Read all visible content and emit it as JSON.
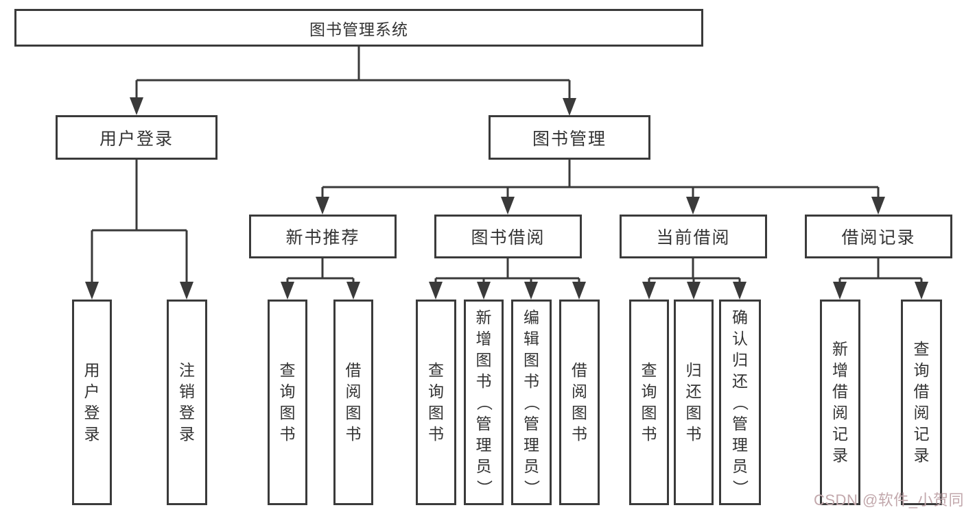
{
  "tree": {
    "label": "图书管理系统",
    "children": [
      {
        "label": "用户登录",
        "children": [
          {
            "label": "用户登录"
          },
          {
            "label": "注销登录"
          }
        ]
      },
      {
        "label": "图书管理",
        "children": [
          {
            "label": "新书推荐",
            "children": [
              {
                "label": "查询图书"
              },
              {
                "label": "借阅图书"
              }
            ]
          },
          {
            "label": "图书借阅",
            "children": [
              {
                "label": "查询图书"
              },
              {
                "label": "新增图书（管理员）"
              },
              {
                "label": "编辑图书（管理员）"
              },
              {
                "label": "借阅图书"
              }
            ]
          },
          {
            "label": "当前借阅",
            "children": [
              {
                "label": "查询图书"
              },
              {
                "label": "归还图书"
              },
              {
                "label": "确认归还（管理员）"
              }
            ]
          },
          {
            "label": "借阅记录",
            "children": [
              {
                "label": "新增借阅记录"
              },
              {
                "label": "查询借阅记录"
              }
            ]
          }
        ]
      }
    ]
  },
  "watermark": {
    "text": "CSDN @软件_小贺同学"
  },
  "colors": {
    "line": "#3a3a3a",
    "box_border": "#3a3a3a",
    "text": "#333333",
    "background": "#ffffff",
    "watermark": "#c2a8ac"
  }
}
